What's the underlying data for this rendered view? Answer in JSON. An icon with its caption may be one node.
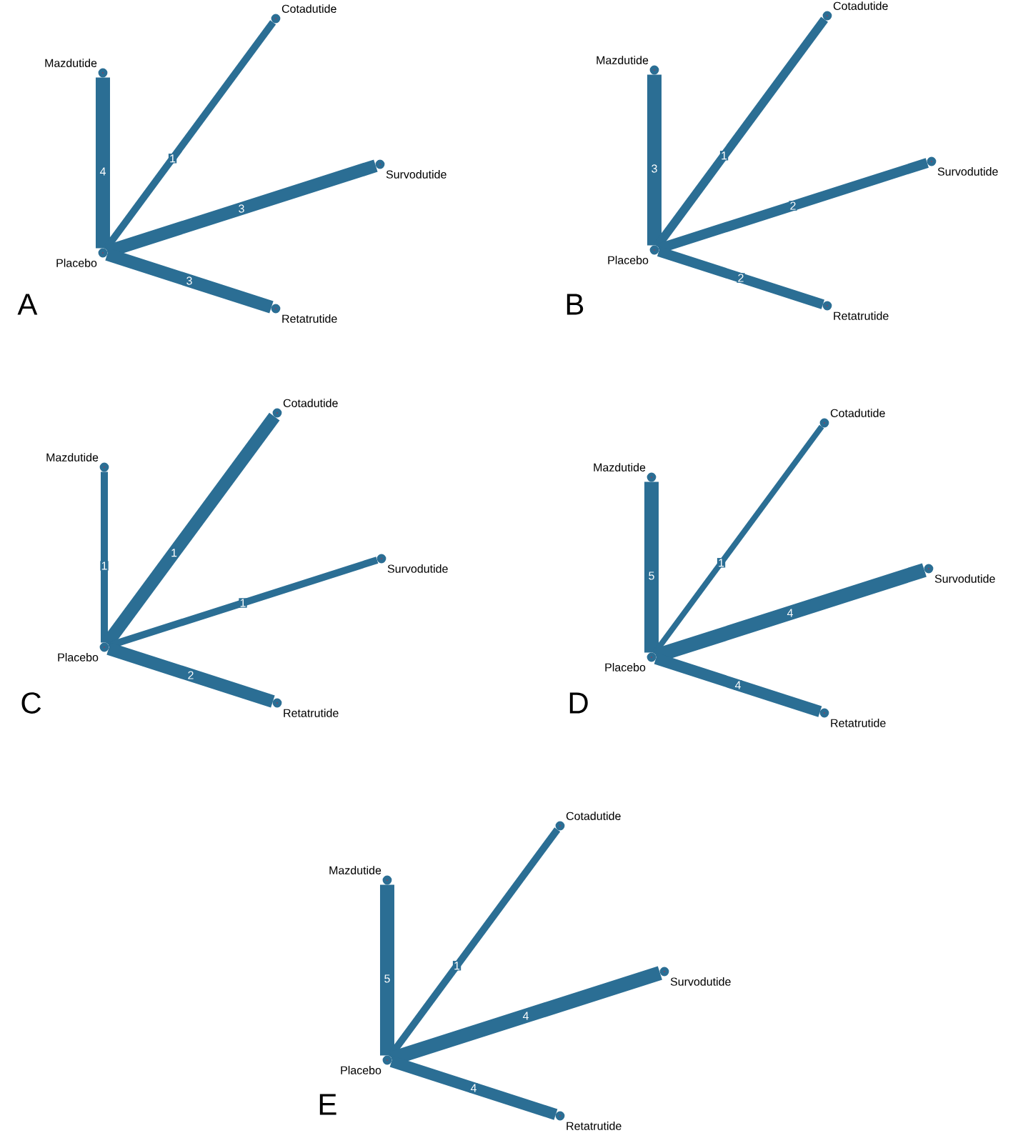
{
  "diagram": {
    "nodes": [
      {
        "text": [
          "Cotadutide"
        ]
      },
      {
        "text": [
          "Mazdutide"
        ]
      },
      {
        "text": [
          "Survodutide"
        ]
      },
      {
        "text": [
          "Placebo"
        ]
      },
      {
        "text": [
          "Retatrutide"
        ]
      },
      {
        "text": [
          "Cotadutide"
        ]
      },
      {
        "text": [
          "Mazdutide"
        ]
      },
      {
        "text": [
          "Survodutide"
        ]
      },
      {
        "text": [
          "Placebo"
        ]
      },
      {
        "text": [
          "Retatrutide"
        ]
      },
      {
        "text": [
          "Cotadutide"
        ]
      },
      {
        "text": [
          "Mazdutide"
        ]
      },
      {
        "text": [
          "Survodutide"
        ]
      },
      {
        "text": [
          "Placebo"
        ]
      },
      {
        "text": [
          "Retatrutide"
        ]
      },
      {
        "text": [
          "Cotadutide"
        ]
      },
      {
        "text": [
          "Mazdutide"
        ]
      },
      {
        "text": [
          "Survodutide"
        ]
      },
      {
        "text": [
          "Placebo"
        ]
      },
      {
        "text": [
          "Retatrutide"
        ]
      },
      {
        "text": [
          "Cotadutide"
        ]
      },
      {
        "text": [
          "Mazdutide"
        ]
      },
      {
        "text": [
          "Survodutide"
        ]
      },
      {
        "text": [
          "Placebo"
        ]
      },
      {
        "text": [
          "Retatrutide"
        ]
      }
    ],
    "edges": [
      {
        "from": 3,
        "to": 1,
        "arrow": "none",
        "label": "4"
      },
      {
        "from": 3,
        "to": 0,
        "arrow": "none",
        "label": "1"
      },
      {
        "from": 3,
        "to": 2,
        "arrow": "none",
        "label": "3"
      },
      {
        "from": 3,
        "to": 4,
        "arrow": "none",
        "label": "3"
      },
      {
        "from": 8,
        "to": 6,
        "arrow": "none",
        "label": "3"
      },
      {
        "from": 8,
        "to": 5,
        "arrow": "none",
        "label": "1"
      },
      {
        "from": 8,
        "to": 7,
        "arrow": "none",
        "label": "2"
      },
      {
        "from": 8,
        "to": 9,
        "arrow": "none",
        "label": "2"
      },
      {
        "from": 13,
        "to": 11,
        "arrow": "none",
        "label": "1"
      },
      {
        "from": 13,
        "to": 10,
        "arrow": "none",
        "label": "1"
      },
      {
        "from": 13,
        "to": 12,
        "arrow": "none",
        "label": "1"
      },
      {
        "from": 13,
        "to": 14,
        "arrow": "none",
        "label": "2"
      },
      {
        "from": 18,
        "to": 16,
        "arrow": "none",
        "label": "5"
      },
      {
        "from": 18,
        "to": 15,
        "arrow": "none",
        "label": "1"
      },
      {
        "from": 18,
        "to": 17,
        "arrow": "none",
        "label": "4"
      },
      {
        "from": 18,
        "to": 19,
        "arrow": "none",
        "label": "4"
      },
      {
        "from": 23,
        "to": 21,
        "arrow": "none",
        "label": "5"
      },
      {
        "from": 23,
        "to": 20,
        "arrow": "none",
        "label": "1"
      },
      {
        "from": 23,
        "to": 22,
        "arrow": "none",
        "label": "4"
      },
      {
        "from": 23,
        "to": 24,
        "arrow": "none",
        "label": "4"
      }
    ],
    "labels": [
      "A",
      "B",
      "C",
      "D",
      "E"
    ]
  }
}
